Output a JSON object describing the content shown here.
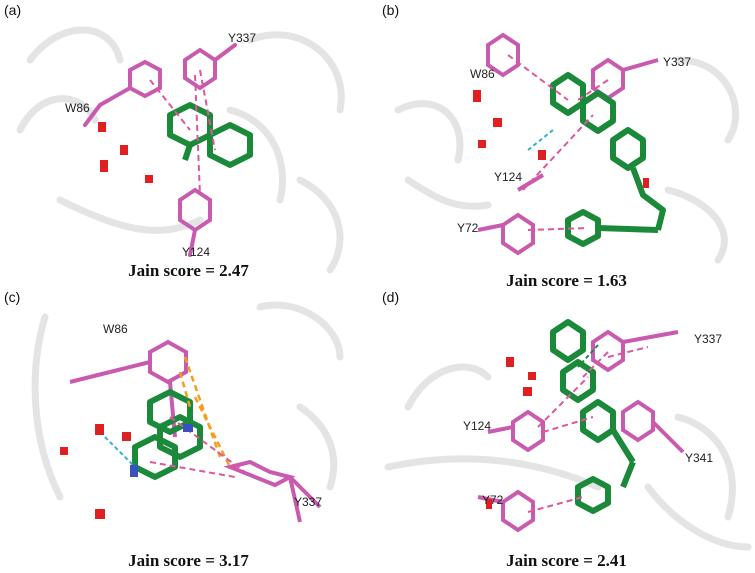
{
  "panels": [
    {
      "label": "(a)",
      "residues": [
        "Y337",
        "W86",
        "Y124"
      ],
      "score": "Jain score = 2.47"
    },
    {
      "label": "(b)",
      "residues": [
        "W86",
        "Y337",
        "Y124",
        "Y72"
      ],
      "score": "Jain score = 1.63"
    },
    {
      "label": "(c)",
      "residues": [
        "W86",
        "Y337"
      ],
      "score": "Jain score = 3.17"
    },
    {
      "label": "(d)",
      "residues": [
        "Y337",
        "Y124",
        "Y341",
        "Y72"
      ],
      "score": "Jain score = 2.41"
    }
  ],
  "colors": {
    "ligand": "#1a8a3a",
    "residue": "#c85ab0",
    "interaction": "#e0559e",
    "hbond": "#2bb0d0",
    "halogen": "#f0a020",
    "oxygen": "#e02020",
    "nitrogen": "#3a50c0",
    "ribbon": "#e4e4e4"
  }
}
